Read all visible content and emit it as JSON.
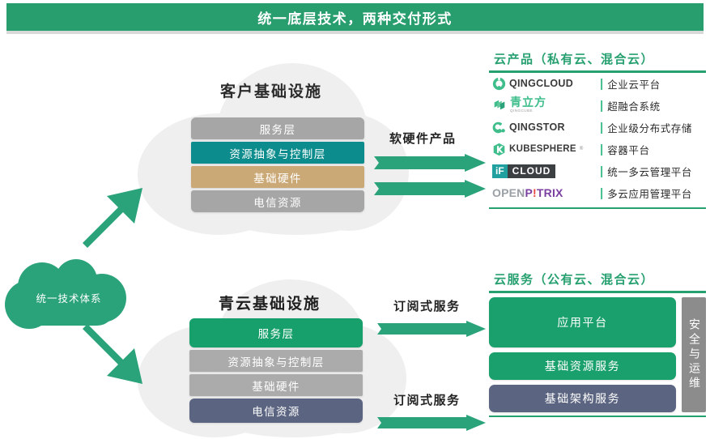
{
  "banner": {
    "title": "统一底层技术，两种交付形式"
  },
  "source_cloud": {
    "label": "统一技术体系",
    "color": "#2BA37A"
  },
  "clouds": {
    "customer": {
      "title": "客户基础设施",
      "layers": [
        {
          "label": "服务层",
          "color": "#A6A6A6"
        },
        {
          "label": "资源抽象与控制层",
          "color": "#0C8C8C"
        },
        {
          "label": "基础硬件",
          "color": "#CBA976"
        },
        {
          "label": "电信资源",
          "color": "#A6A6A6"
        }
      ]
    },
    "qingcloud": {
      "title": "青云基础设施",
      "layers": [
        {
          "label": "服务层",
          "color": "#17A06B"
        },
        {
          "label": "资源抽象与控制层",
          "color": "#ABABAB"
        },
        {
          "label": "基础硬件",
          "color": "#ABABAB"
        },
        {
          "label": "电信资源",
          "color": "#5B6480"
        }
      ]
    }
  },
  "arrows": {
    "hardware_software": "软硬件产品",
    "subscription_1": "订阅式服务",
    "subscription_2": "订阅式服务"
  },
  "products_panel": {
    "title": "云产品（私有云、混合云）",
    "accent": "#27A070",
    "items": [
      {
        "logo_name": "qingcloud-logo",
        "logo_text": "QINGCLOUD",
        "desc": "企业云平台"
      },
      {
        "logo_name": "qinglifang-logo",
        "logo_text": "青立方",
        "logo_sub": "QINGCUBE",
        "desc": "超融合系统"
      },
      {
        "logo_name": "qingstor-logo",
        "logo_text": "QINGSTOR",
        "desc": "企业级分布式存储"
      },
      {
        "logo_name": "kubesphere-logo",
        "logo_text": "KUBESPHERE",
        "desc": "容器平台"
      },
      {
        "logo_name": "ifcloud-logo",
        "logo_text_a": "iF",
        "logo_text_b": "CLOUD",
        "desc": "统一多云管理平台"
      },
      {
        "logo_name": "openpitrix-logo",
        "logo_text_a": "OPEN",
        "logo_text_b": "P",
        "logo_text_c": "!",
        "logo_text_d": "TRIX",
        "desc": "多云应用管理平台"
      }
    ]
  },
  "services_panel": {
    "title": "云服务（公有云、混合云）",
    "accent": "#27A070",
    "boxes": [
      {
        "label": "应用平台",
        "color": "#1AA06D"
      },
      {
        "label": "基础资源服务",
        "color": "#1AA06D"
      },
      {
        "label": "基础架构服务",
        "color": "#5B6480"
      }
    ],
    "sidebar": {
      "label": "安全与运维",
      "color": "#8C8C8C"
    }
  }
}
